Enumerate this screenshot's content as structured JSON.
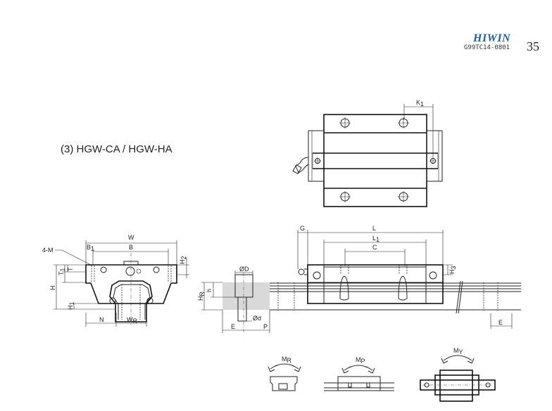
{
  "header": {
    "brand": "HIWIN",
    "doc_code": "G99TC14-0801",
    "page_number": "35"
  },
  "section_title": "(3) HGW-CA / HGW-HA",
  "dims": {
    "K1": {
      "main": "K",
      "sub": "1"
    },
    "W": {
      "main": "W",
      "sub": ""
    },
    "B1": {
      "main": "B",
      "sub": "1"
    },
    "B": {
      "main": "B",
      "sub": ""
    },
    "M": {
      "main": "4-M",
      "sub": ""
    },
    "H2": {
      "main": "H",
      "sub": "2"
    },
    "T": {
      "main": "T",
      "sub": ""
    },
    "T1": {
      "main": "T",
      "sub": "1"
    },
    "H": {
      "main": "H",
      "sub": ""
    },
    "H1": {
      "main": "H",
      "sub": "1"
    },
    "N": {
      "main": "N",
      "sub": ""
    },
    "WR": {
      "main": "W",
      "sub": "R"
    },
    "G": {
      "main": "G",
      "sub": ""
    },
    "L": {
      "main": "L",
      "sub": ""
    },
    "L1": {
      "main": "L",
      "sub": "1"
    },
    "C": {
      "main": "C",
      "sub": ""
    },
    "H3": {
      "main": "H",
      "sub": "3"
    },
    "D": {
      "main": "ØD",
      "sub": ""
    },
    "h": {
      "main": "h",
      "sub": ""
    },
    "HR": {
      "main": "H",
      "sub": "R"
    },
    "d": {
      "main": "Ød",
      "sub": ""
    },
    "E": {
      "main": "E",
      "sub": ""
    },
    "P": {
      "main": "P",
      "sub": ""
    },
    "E2": {
      "main": "E",
      "sub": ""
    }
  },
  "moments": {
    "MR": {
      "main": "M",
      "sub": "R"
    },
    "MP": {
      "main": "M",
      "sub": "P"
    },
    "MY": {
      "main": "M",
      "sub": "Y"
    }
  }
}
